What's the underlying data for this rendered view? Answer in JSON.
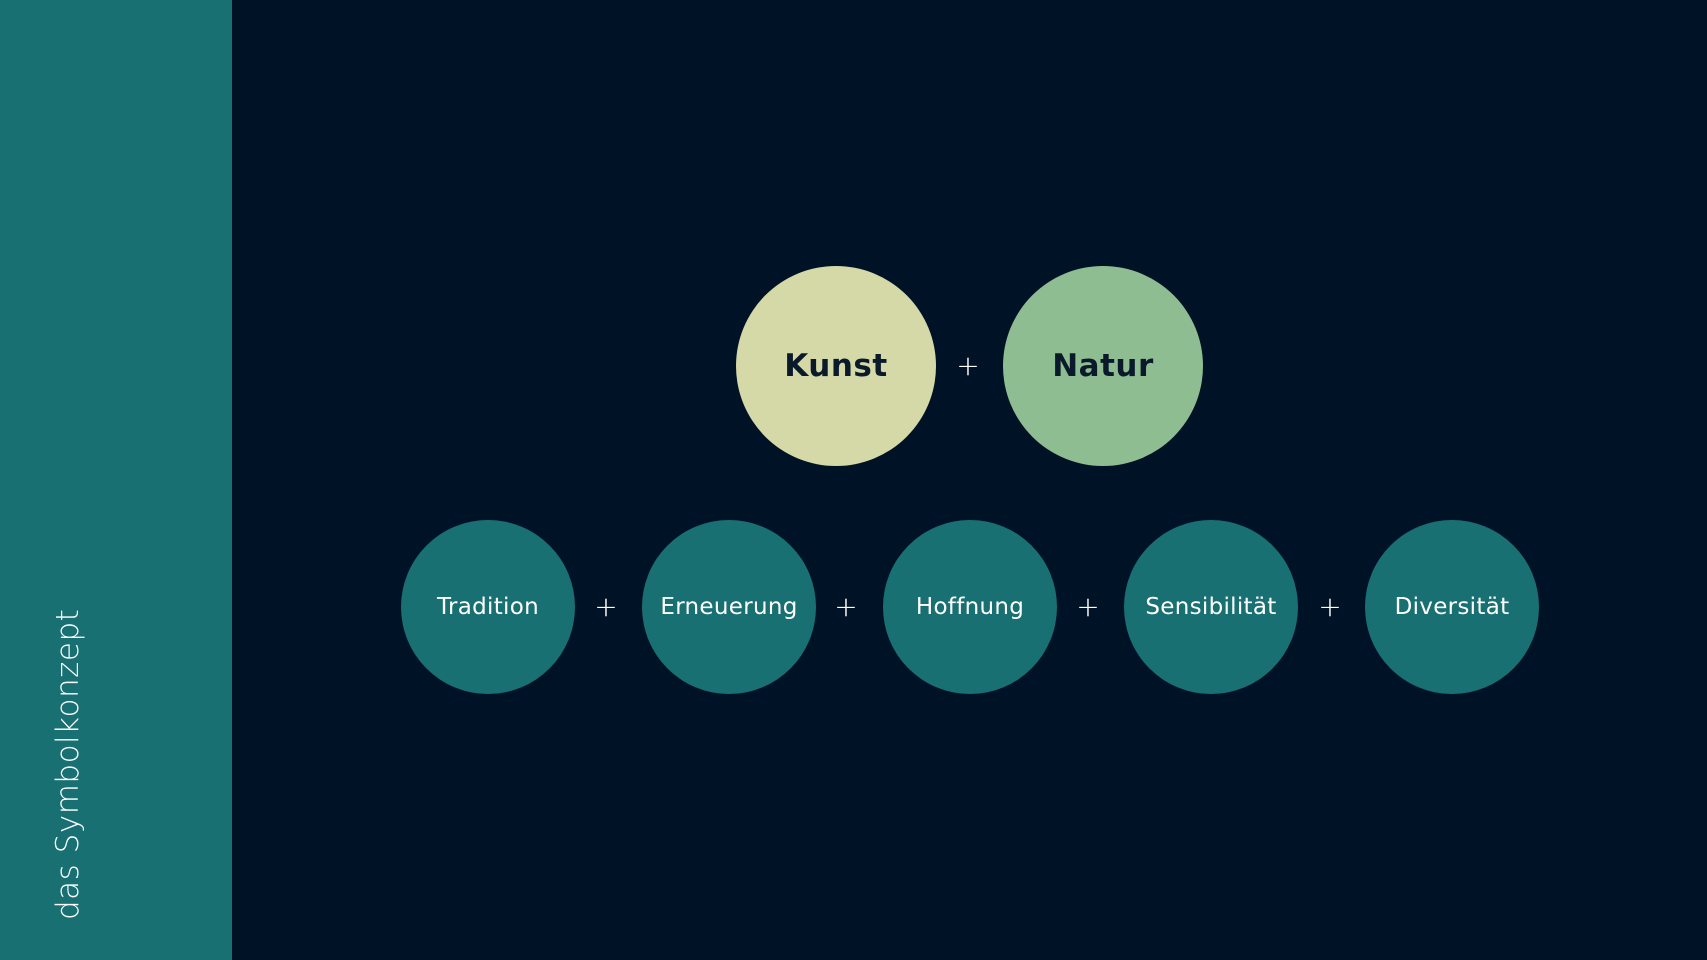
{
  "sidebar": {
    "title": "das Symbolkonzept"
  },
  "colors": {
    "background": "#001226",
    "sidebar": "#187073",
    "kunst": "#d5d8a7",
    "natur": "#8fbd92",
    "value_circles": "#187073"
  },
  "top_row": {
    "items": [
      {
        "label": "Kunst"
      },
      {
        "label": "Natur"
      }
    ],
    "connector": "+"
  },
  "bottom_row": {
    "items": [
      {
        "label": "Tradition"
      },
      {
        "label": "Erneuerung"
      },
      {
        "label": "Hoffnung"
      },
      {
        "label": "Sensibilität"
      },
      {
        "label": "Diversität"
      }
    ],
    "connector": "+"
  }
}
